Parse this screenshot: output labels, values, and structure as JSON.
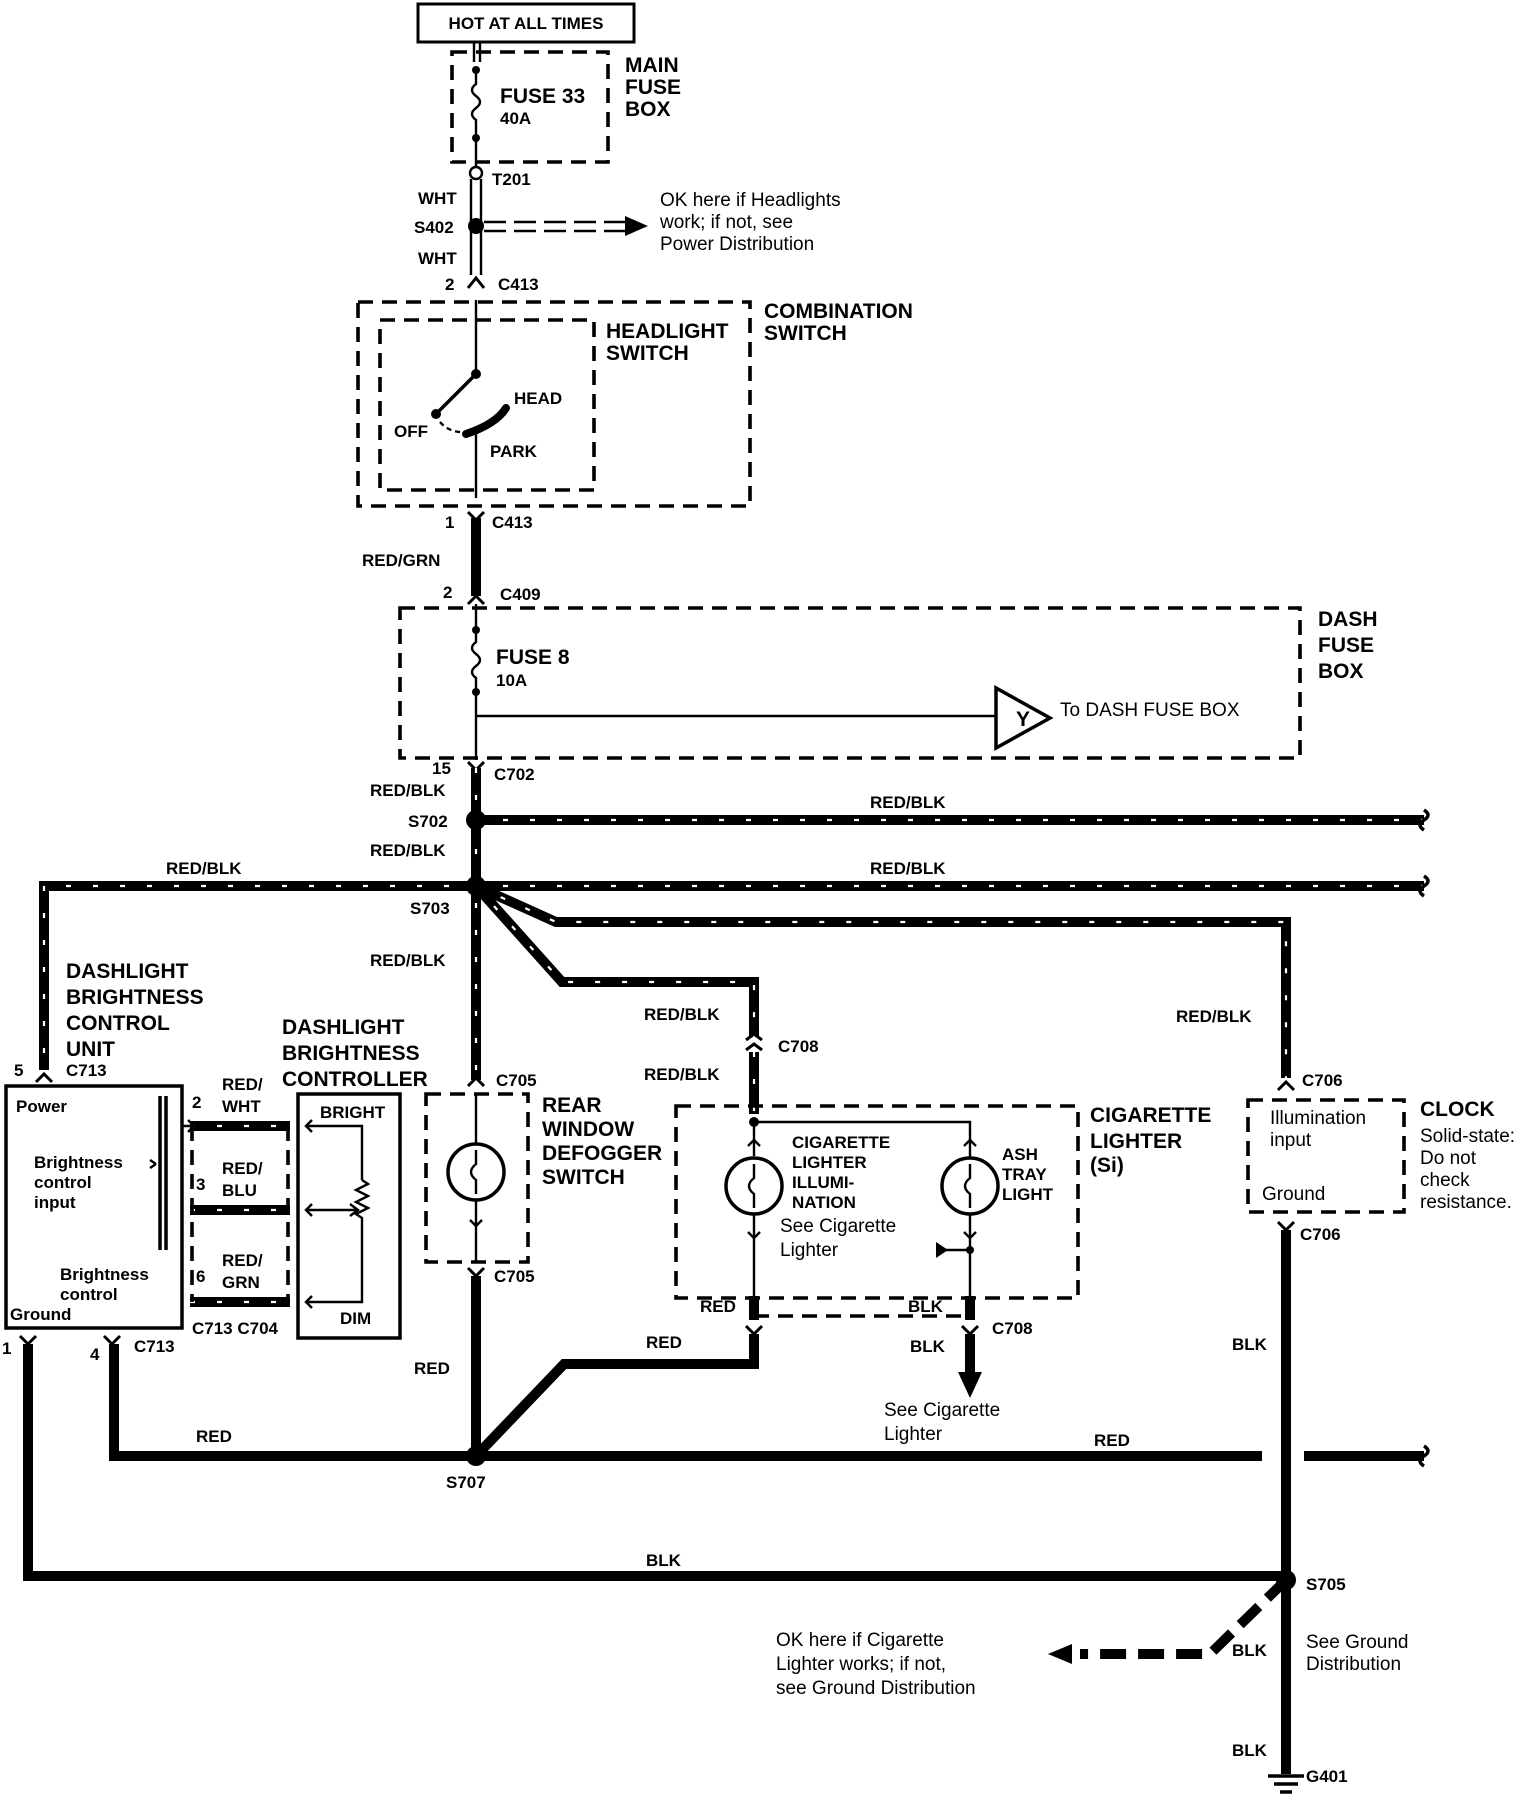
{
  "labels": {
    "hot": "HOT AT ALL TIMES",
    "fuse33": "FUSE 33",
    "fuse33_amp": "40A",
    "main_fuse_box": [
      "MAIN",
      "FUSE",
      "BOX"
    ],
    "t201": "T201",
    "wht": "WHT",
    "s402": "S402",
    "ok_headlights": [
      "OK here if Headlights",
      "work; if not, see",
      "Power Distribution"
    ],
    "c413": "C413",
    "pin2": "2",
    "pin1": "1",
    "combination_switch": [
      "COMBINATION",
      "SWITCH"
    ],
    "headlight_switch": [
      "HEADLIGHT",
      "SWITCH"
    ],
    "head": "HEAD",
    "off": "OFF",
    "park": "PARK",
    "red_grn": "RED/GRN",
    "c409": "C409",
    "dash_fuse_box": [
      "DASH",
      "FUSE",
      "BOX"
    ],
    "fuse8": "FUSE 8",
    "fuse8_amp": "10A",
    "y": "Y",
    "to_dash": "To DASH FUSE BOX",
    "pin15": "15",
    "c702": "C702",
    "red_blk": "RED/BLK",
    "s702": "S702",
    "s703": "S703",
    "dashlight_unit": [
      "DASHLIGHT",
      "BRIGHTNESS",
      "CONTROL",
      "UNIT"
    ],
    "dashlight_controller": [
      "DASHLIGHT",
      "BRIGHTNESS",
      "CONTROLLER"
    ],
    "pin5": "5",
    "c713": "C713",
    "power": "Power",
    "brightness_input": [
      "Brightness",
      "control",
      "input"
    ],
    "brightness_control": [
      "Brightness",
      "control"
    ],
    "ground": "Ground",
    "wire_2": [
      "2",
      "RED/",
      "WHT"
    ],
    "wire_3": [
      "3",
      "RED/",
      "BLU"
    ],
    "wire_6": [
      "6",
      "RED/",
      "GRN"
    ],
    "bright": "BRIGHT",
    "dim": "DIM",
    "c713_c704": "C713  C704",
    "pin4": "4",
    "c705": "C705",
    "rear_window": [
      "REAR",
      "WINDOW",
      "DEFOGGER",
      "SWITCH"
    ],
    "c708": "C708",
    "cig_lighter": [
      "CIGARETTE",
      "LIGHTER",
      "(Si)"
    ],
    "cig_illum": [
      "CIGARETTE",
      "LIGHTER",
      "ILLUMI-",
      "NATION"
    ],
    "see_cig": [
      "See Cigarette",
      "Lighter"
    ],
    "ash_tray": [
      "ASH",
      "TRAY",
      "LIGHT"
    ],
    "red": "RED",
    "blk": "BLK",
    "c706": "C706",
    "illumination_input": [
      "Illumination",
      "input"
    ],
    "clock": [
      "CLOCK",
      "Solid-state:",
      "Do not",
      "check",
      "resistance."
    ],
    "s707": "S707",
    "s705": "S705",
    "ok_cig": [
      "OK here if Cigarette",
      "Lighter works; if not,",
      "see Ground Distribution"
    ],
    "see_ground": [
      "See Ground",
      "Distribution"
    ],
    "g401": "G401"
  }
}
